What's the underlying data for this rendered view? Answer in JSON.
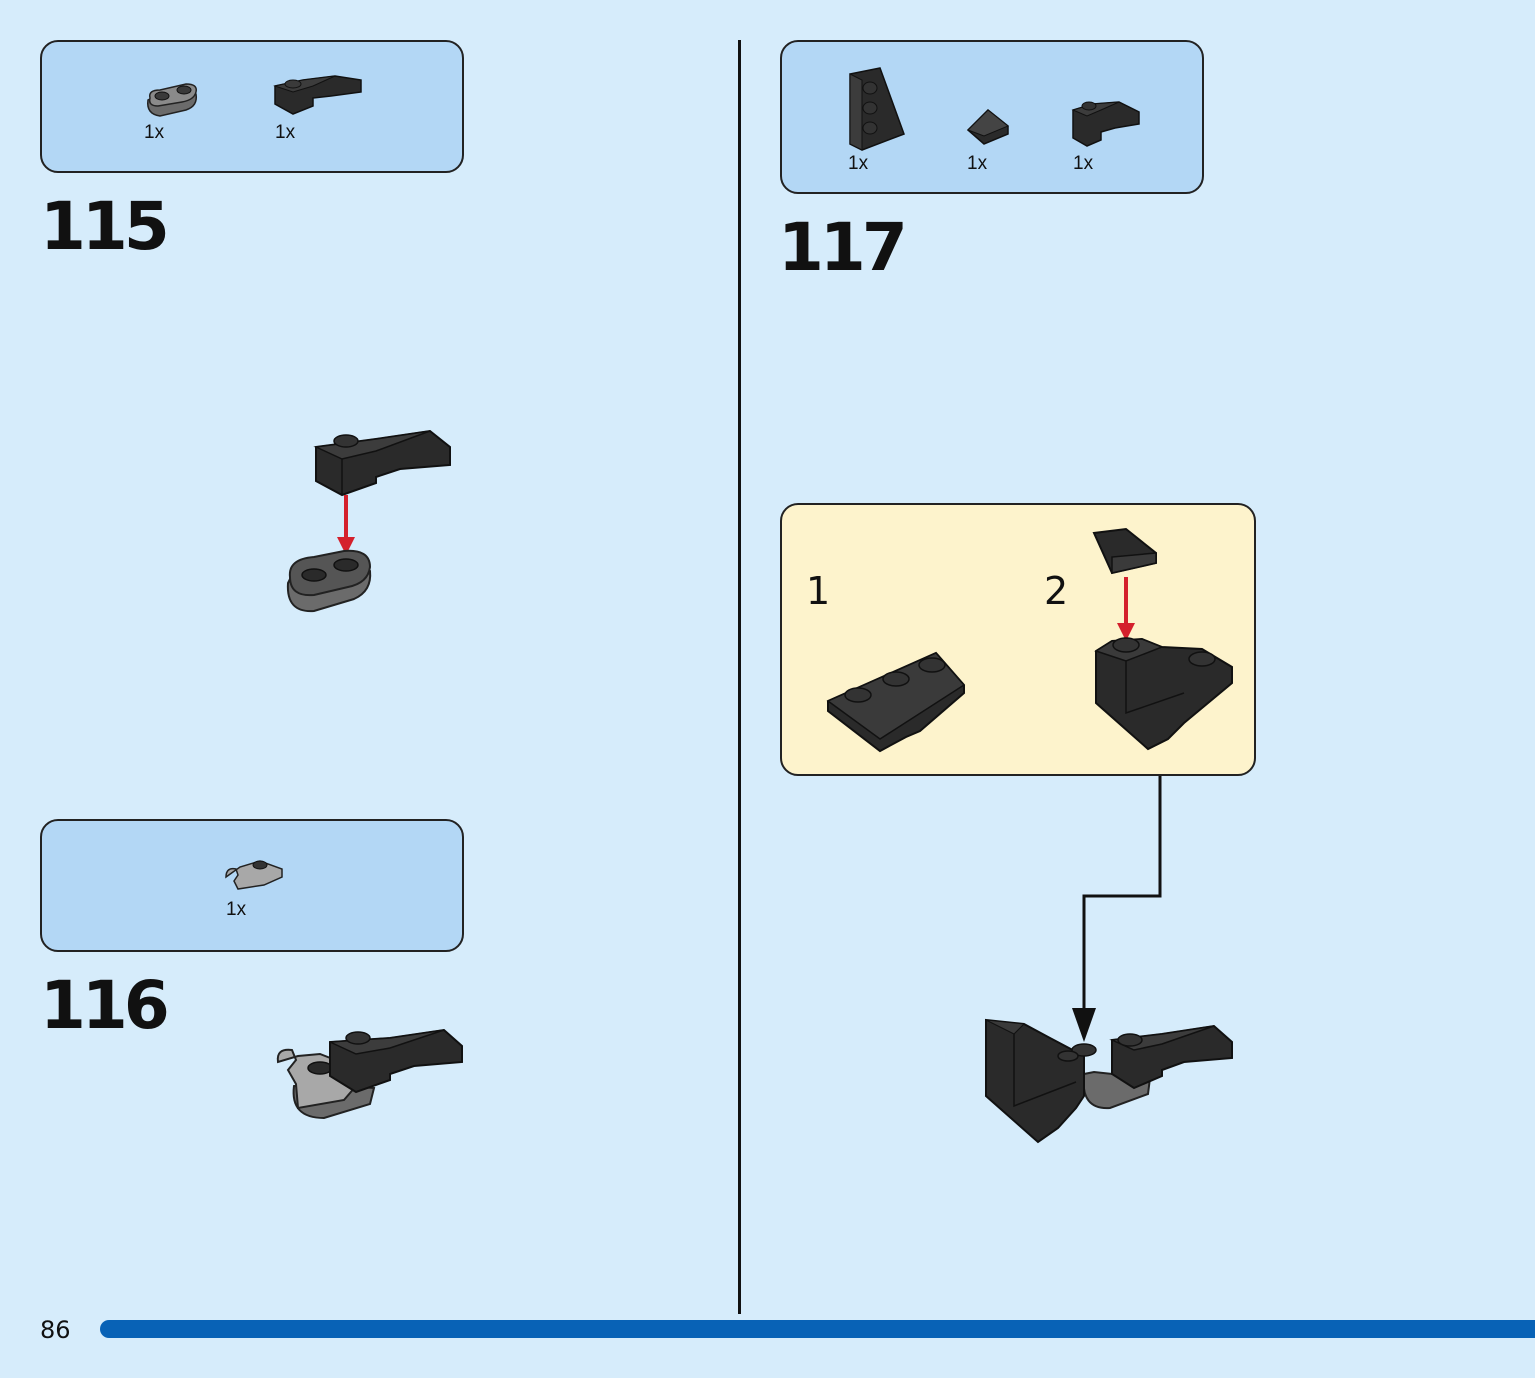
{
  "steps": [
    {
      "number": "115",
      "parts": [
        {
          "qty": "1x",
          "icon": "round-plate-1x2-dark-gray-icon"
        },
        {
          "qty": "1x",
          "icon": "curved-slope-black-icon"
        }
      ]
    },
    {
      "number": "116",
      "parts": [
        {
          "qty": "1x",
          "icon": "clip-plate-light-gray-icon"
        }
      ]
    },
    {
      "number": "117",
      "parts": [
        {
          "qty": "1x",
          "icon": "wedge-plate-black-icon"
        },
        {
          "qty": "1x",
          "icon": "slope-tile-black-icon"
        },
        {
          "qty": "1x",
          "icon": "curved-slope-black-icon"
        }
      ],
      "substeps": [
        "1",
        "2"
      ]
    }
  ],
  "page_number": "86",
  "colors": {
    "page_background": "#d6ecfb",
    "parts_box": "#b3d7f5",
    "subassembly_box": "#fdf3cc",
    "arrow_red": "#d4202c",
    "progress_bar": "#0862b6",
    "brick_black": "#2a2a2a",
    "brick_dark_gray": "#6b6b6b",
    "brick_light_gray": "#a8a8a8"
  }
}
